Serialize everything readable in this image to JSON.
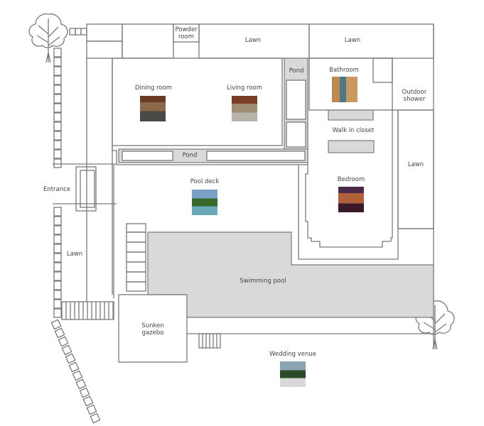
{
  "labels": {
    "powder_room": [
      "Powder",
      "room"
    ],
    "lawn_top": "Lawn",
    "lawn_top_right": "Lawn",
    "pond_vertical": "Pond",
    "pond_horizontal": "Pond",
    "dining_room": "Dining room",
    "living_room": "Living room",
    "bathroom": "Bathroom",
    "outdoor_shower": [
      "Outdoor",
      "shower"
    ],
    "walk_in_closet": "Walk in closet",
    "lawn_right": "Lawn",
    "bedroom": "Bedroom",
    "entrance": "Entrance",
    "pool_deck": "Pool deck",
    "lawn_left": "Lawn",
    "swimming_pool": "Swimming pool",
    "sunken_gazebo": [
      "Sunken",
      "gazebo"
    ],
    "wedding_venue": "Wedding venue"
  },
  "colors": {
    "wall": "#7a7a7a",
    "water": "#d9d9d9"
  }
}
